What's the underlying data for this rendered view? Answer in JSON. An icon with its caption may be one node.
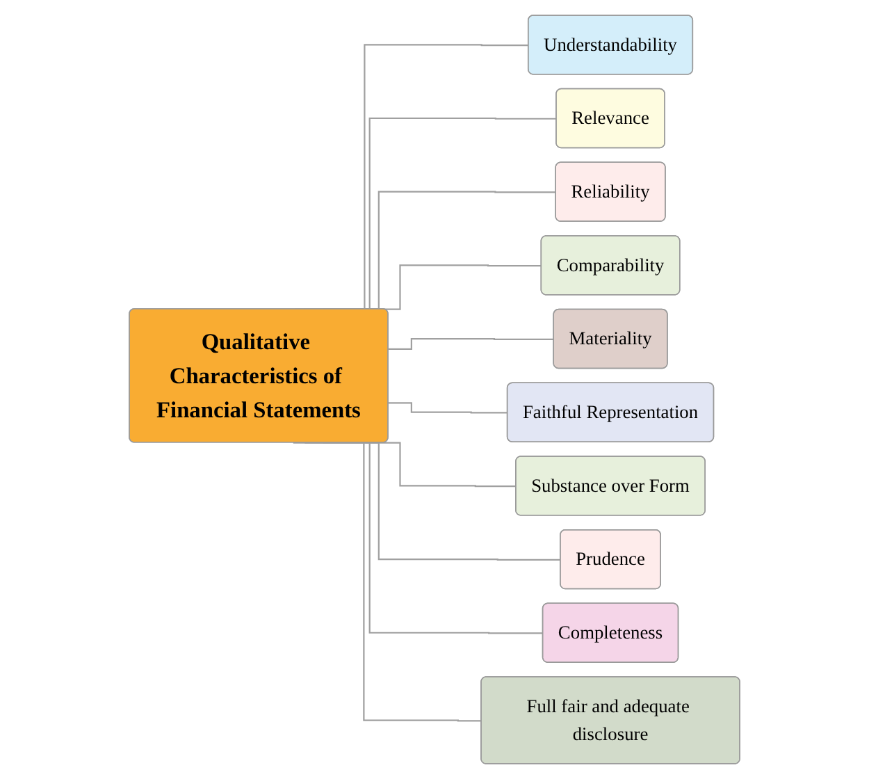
{
  "diagram": {
    "nodes": [
      {
        "text": [
          "Qualitative Characteristics of Financial Statements"
        ]
      },
      {
        "text": [
          "Understandability"
        ]
      },
      {
        "text": [
          "Relevance"
        ]
      },
      {
        "text": [
          "Reliability"
        ]
      },
      {
        "text": [
          "Comparability"
        ]
      },
      {
        "text": [
          "Materiality"
        ]
      },
      {
        "text": [
          "Faithful Representation"
        ]
      },
      {
        "text": [
          "Substance over Form"
        ]
      },
      {
        "text": [
          "Prudence"
        ]
      },
      {
        "text": [
          "Completeness"
        ]
      },
      {
        "text": [
          "Full fair and adequate disclosure"
        ]
      }
    ],
    "edges": [
      {
        "from": 0,
        "to": 1,
        "arrow": "none"
      },
      {
        "from": 0,
        "to": 2,
        "arrow": "none"
      },
      {
        "from": 0,
        "to": 3,
        "arrow": "none"
      },
      {
        "from": 0,
        "to": 4,
        "arrow": "none"
      },
      {
        "from": 0,
        "to": 5,
        "arrow": "none"
      },
      {
        "from": 0,
        "to": 6,
        "arrow": "none"
      },
      {
        "from": 0,
        "to": 7,
        "arrow": "none"
      },
      {
        "from": 0,
        "to": 8,
        "arrow": "none"
      },
      {
        "from": 0,
        "to": 9,
        "arrow": "none"
      },
      {
        "from": 0,
        "to": 10,
        "arrow": "none"
      }
    ]
  }
}
